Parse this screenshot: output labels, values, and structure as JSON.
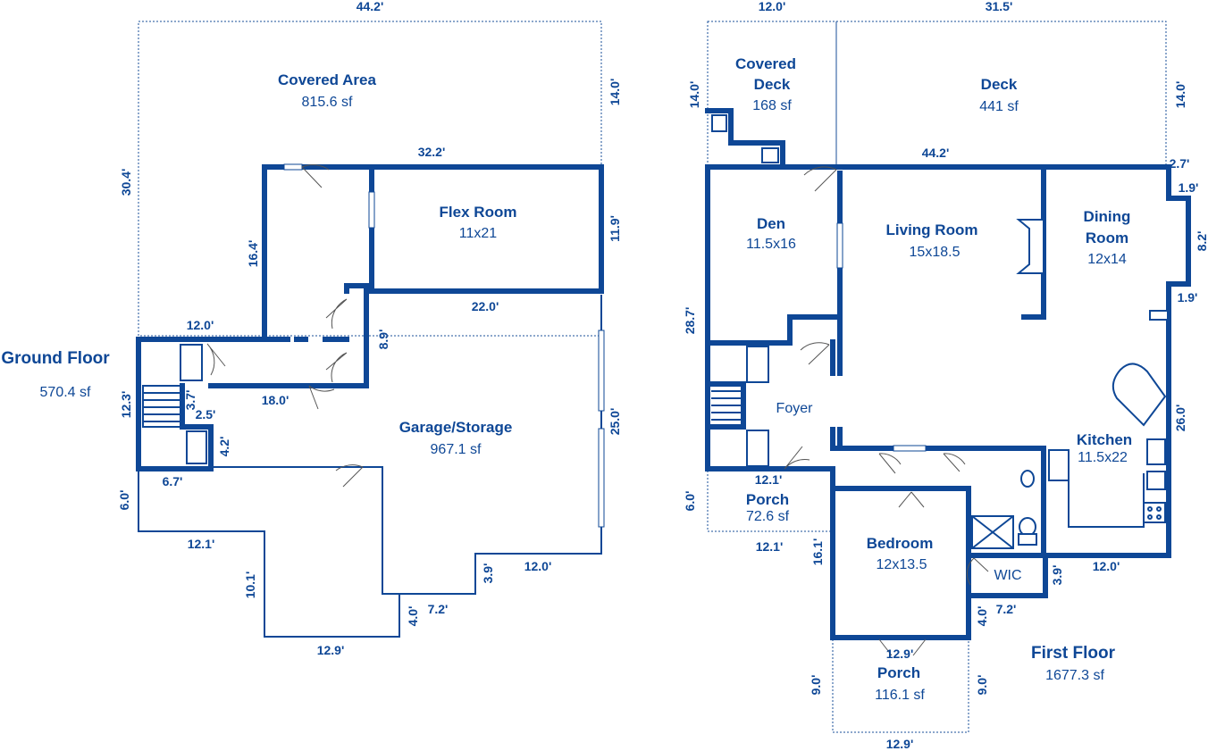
{
  "ground": {
    "title": "Ground Floor",
    "area": "570.4 sf",
    "rooms": {
      "covered_area": {
        "name": "Covered Area",
        "area": "815.6 sf"
      },
      "flex_room": {
        "name": "Flex Room",
        "size": "11x21"
      },
      "garage": {
        "name": "Garage/Storage",
        "area": "967.1 sf"
      }
    },
    "dims": {
      "top": "44.2'",
      "covered_left": "30.4'",
      "covered_right": "14.0'",
      "flex_top": "32.2'",
      "flex_right": "11.9'",
      "flex_left": "16.4'",
      "flex_bottom": "22.0'",
      "hall_left": "12.0'",
      "hall_right": "8.9'",
      "hall_bottom": "18.0'",
      "stair_left": "12.3'",
      "stair_a": "3.7'",
      "stair_b": "2.5'",
      "stair_c": "4.2'",
      "stair_bottom": "6.7'",
      "right": "25.0'",
      "left_lower": "6.0'",
      "bottom_a": "12.1'",
      "bottom_b": "10.1'",
      "bottom_c": "12.9'",
      "bottom_d": "4.0'",
      "bottom_e": "7.2'",
      "bottom_f": "3.9'",
      "bottom_g": "12.0'"
    }
  },
  "first": {
    "title": "First Floor",
    "area": "1677.3 sf",
    "rooms": {
      "covered_deck": {
        "name_1": "Covered",
        "name_2": "Deck",
        "area": "168 sf"
      },
      "deck": {
        "name": "Deck",
        "area": "441 sf"
      },
      "den": {
        "name": "Den",
        "size": "11.5x16"
      },
      "living": {
        "name": "Living Room",
        "size": "15x18.5"
      },
      "dining": {
        "name_1": "Dining",
        "name_2": "Room",
        "size": "12x14"
      },
      "foyer": {
        "name": "Foyer"
      },
      "kitchen": {
        "name": "Kitchen",
        "size": "11.5x22"
      },
      "porch_front": {
        "name": "Porch",
        "area": "72.6 sf"
      },
      "bedroom": {
        "name": "Bedroom",
        "size": "12x13.5"
      },
      "wic": {
        "name": "WIC"
      },
      "porch_back": {
        "name": "Porch",
        "area": "116.1 sf"
      }
    },
    "dims": {
      "covdeck_top": "12.0'",
      "deck_top": "31.5'",
      "covdeck_left": "14.0'",
      "deck_right": "14.0'",
      "main_top": "44.2'",
      "right_a": "2.7'",
      "right_b": "1.9'",
      "right_c": "8.2'",
      "right_d": "1.9'",
      "left": "28.7'",
      "kitchen_right": "26.0'",
      "porch_left": "6.0'",
      "porch_top": "12.1'",
      "porch_bottom": "12.1'",
      "bed_left": "16.1'",
      "wic_right": "3.9'",
      "kit_bottom": "12.0'",
      "bed_d": "4.0'",
      "bed_e": "7.2'",
      "bp_top": "12.9'",
      "bp_left": "9.0'",
      "bp_right": "9.0'",
      "bp_bottom": "12.9'"
    }
  }
}
